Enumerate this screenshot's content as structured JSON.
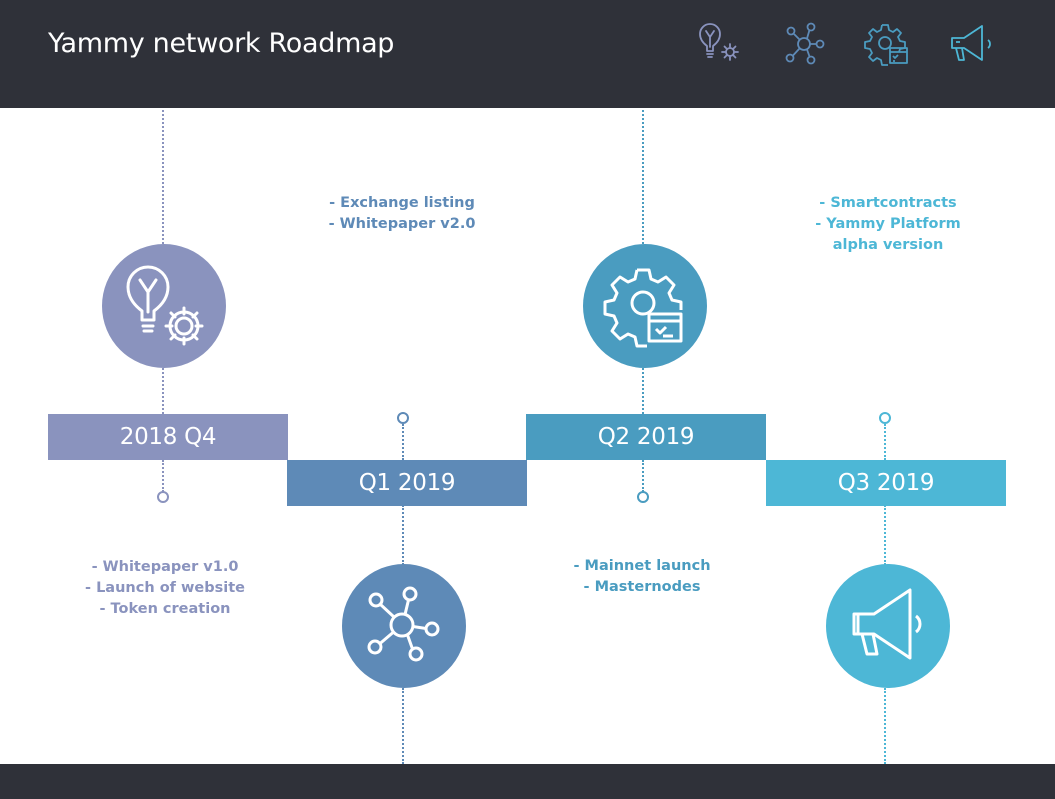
{
  "header": {
    "title": "Yammy network Roadmap",
    "icons": [
      "lightbulb-gear-icon",
      "network-icon",
      "gear-checklist-icon",
      "megaphone-icon"
    ]
  },
  "colors": {
    "header_bg": "#2f3139",
    "q4_2018": "#8a93be",
    "q1_2019": "#5e8ab7",
    "q2_2019": "#4a9cc0",
    "q3_2019": "#4db7d6"
  },
  "timeline": [
    {
      "label": "2018 Q4",
      "icon": "lightbulb-gear-icon",
      "items": [
        "- Whitepaper v1.0",
        "- Launch of website",
        "- Token creation"
      ]
    },
    {
      "label": "Q1 2019",
      "icon": "network-icon",
      "items": [
        "- Exchange listing",
        "- Whitepaper v2.0"
      ]
    },
    {
      "label": "Q2 2019",
      "icon": "gear-checklist-icon",
      "items": [
        "- Mainnet launch",
        "- Masternodes"
      ]
    },
    {
      "label": "Q3 2019",
      "icon": "megaphone-icon",
      "items": [
        "- Smartcontracts",
        "- Yammy Platform",
        "alpha version"
      ]
    }
  ]
}
